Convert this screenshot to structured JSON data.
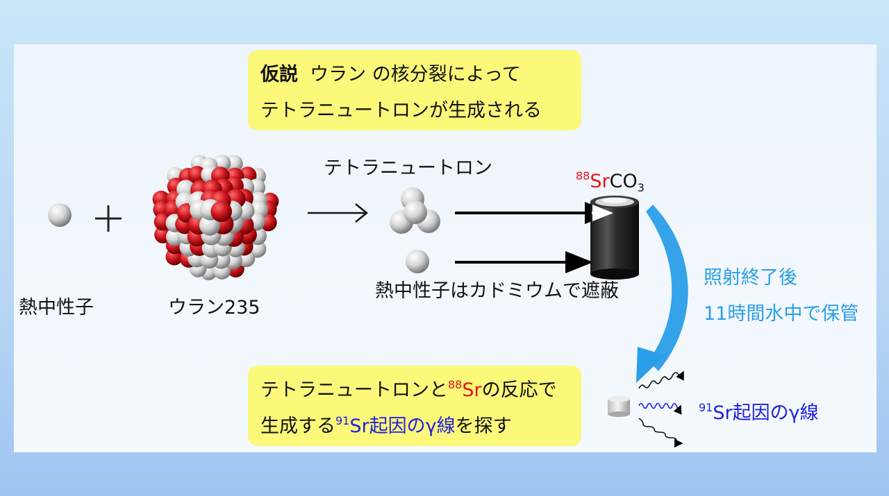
{
  "hypothesis": {
    "keyword": "仮説",
    "line1": "ウラン の核分裂によって",
    "line2": "テトラニュートロンが生成される"
  },
  "labels": {
    "thermal_neutron": "熱中性子",
    "uranium": "ウラン235",
    "tetraneutron": "テトラニュートロン",
    "cadmium_shield": "熱中性子はカドミウムで遮蔽",
    "target_mass": "88",
    "target_element": "Sr",
    "target_suffix": "CO",
    "target_sub": "3",
    "after_line1": "照射終了後",
    "after_line2": "11時間水中で保管",
    "gamma_mass": "91",
    "gamma_text": "Sr起因のγ線"
  },
  "goal": {
    "line1_pre": "テトラニュートロンと",
    "line1_mass": "88",
    "line1_element": "Sr",
    "line1_post": "の反応で",
    "line2_pre": "生成する",
    "line2_mass": "91",
    "line2_blue": "Sr起因のγ線",
    "line2_post": "を探す"
  },
  "colors": {
    "note_bg": "#fbf87a",
    "highlight_red": "#e8141c",
    "highlight_blue": "#2020e0",
    "arrow_blue": "#2a9ee8",
    "nucleon_red": "#c8141c",
    "nucleon_white": "#e0e0e0"
  }
}
